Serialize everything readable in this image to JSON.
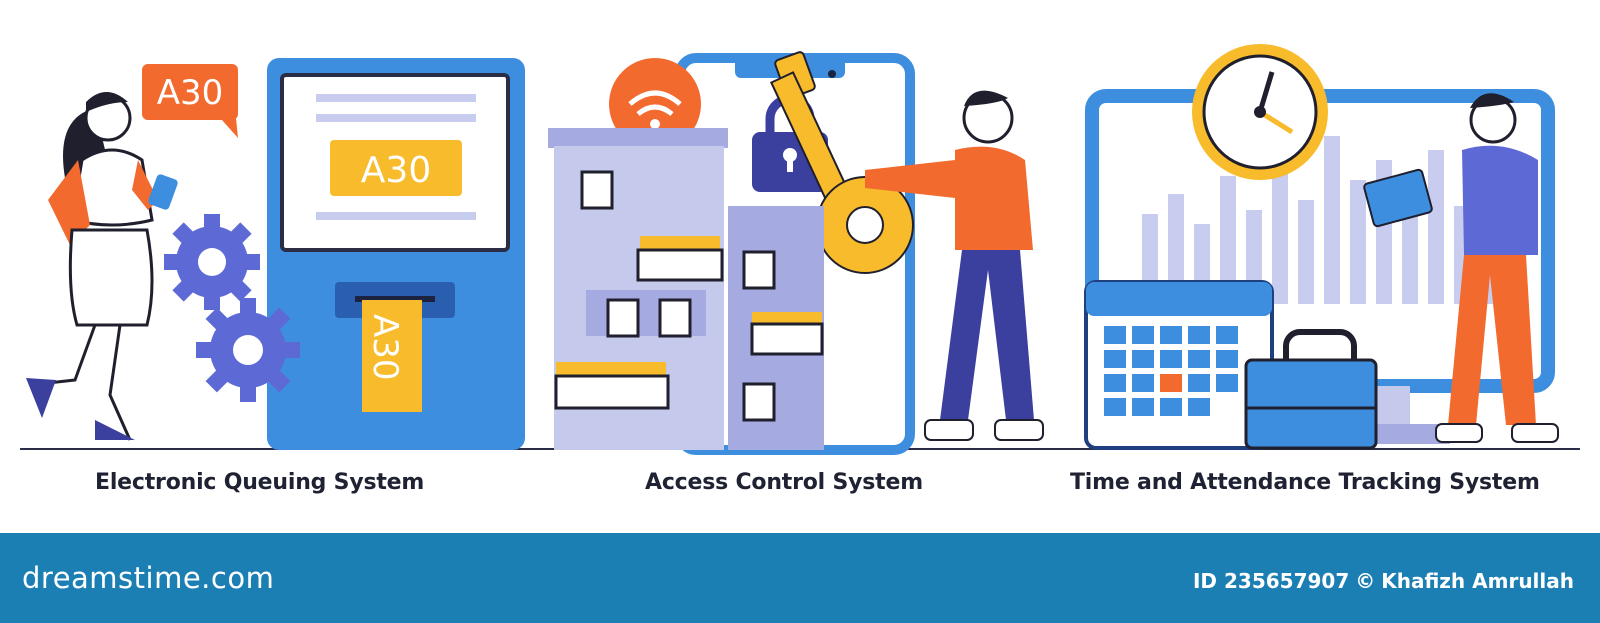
{
  "panels": [
    {
      "caption": "Electronic Queuing System",
      "bubble": "A30",
      "screen_ticket": "A30",
      "printed_ticket": "A30"
    },
    {
      "caption": "Access Control System"
    },
    {
      "caption": "Time and Attendance Tracking System"
    }
  ],
  "footer": {
    "logo": "dreamstime.com",
    "id_label": "ID 235657907",
    "copyright": "©",
    "author": "Khafizh Amrullah"
  },
  "colors": {
    "blue": "#3e8ee0",
    "orange": "#f26a2e",
    "yellow": "#f7bb2b",
    "navy": "#3b3f9e",
    "lavender": "#a5abe0",
    "footer": "#1b7fb4"
  }
}
